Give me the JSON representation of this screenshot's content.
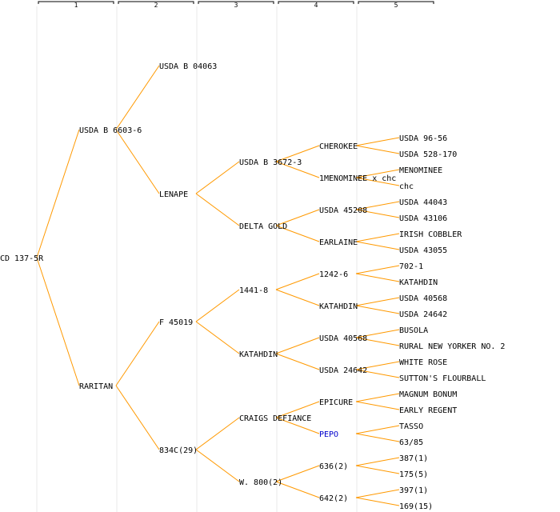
{
  "generations": [
    "1",
    "2",
    "3",
    "4",
    "5"
  ],
  "colors": {
    "edge": "#ff9900",
    "column_guide": "#e8e8e8",
    "text": "#000000",
    "highlight": "#0000cc"
  },
  "nodes": [
    {
      "id": "n0",
      "label": "CD 137-5R",
      "gen": 0,
      "row": 15.5
    },
    {
      "id": "n1",
      "label": "USDA B 6603-6",
      "gen": 1,
      "row": 7.5,
      "parent": "n0"
    },
    {
      "id": "n2",
      "label": "RARITAN",
      "gen": 1,
      "row": 23.5,
      "parent": "n0"
    },
    {
      "id": "n3",
      "label": "USDA B 04063",
      "gen": 2,
      "row": 3.5,
      "parent": "n1"
    },
    {
      "id": "n4",
      "label": "LENAPE",
      "gen": 2,
      "row": 11.5,
      "parent": "n1"
    },
    {
      "id": "n5",
      "label": "F 45019",
      "gen": 2,
      "row": 19.5,
      "parent": "n2"
    },
    {
      "id": "n6",
      "label": "834C(29)",
      "gen": 2,
      "row": 27.5,
      "parent": "n2"
    },
    {
      "id": "n7",
      "label": "USDA B 3672-3",
      "gen": 3,
      "row": 9.5,
      "parent": "n4"
    },
    {
      "id": "n8",
      "label": "DELTA GOLD",
      "gen": 3,
      "row": 13.5,
      "parent": "n4"
    },
    {
      "id": "n9",
      "label": "1441-8",
      "gen": 3,
      "row": 17.5,
      "parent": "n5"
    },
    {
      "id": "n10",
      "label": "KATAHDIN",
      "gen": 3,
      "row": 21.5,
      "parent": "n5"
    },
    {
      "id": "n11",
      "label": "CRAIGS DEFIANCE",
      "gen": 3,
      "row": 25.5,
      "parent": "n6"
    },
    {
      "id": "n12",
      "label": "W. 800(2)",
      "gen": 3,
      "row": 29.5,
      "parent": "n6"
    },
    {
      "id": "n13",
      "label": "CHEROKEE",
      "gen": 4,
      "row": 8.5,
      "parent": "n7"
    },
    {
      "id": "n14",
      "label": "1MENOMINEE x chc",
      "gen": 4,
      "row": 10.5,
      "parent": "n7"
    },
    {
      "id": "n15",
      "label": "USDA 45208",
      "gen": 4,
      "row": 12.5,
      "parent": "n8"
    },
    {
      "id": "n16",
      "label": "EARLAINE",
      "gen": 4,
      "row": 14.5,
      "parent": "n8"
    },
    {
      "id": "n17",
      "label": "1242-6",
      "gen": 4,
      "row": 16.5,
      "parent": "n9"
    },
    {
      "id": "n18",
      "label": "KATAHDIN",
      "gen": 4,
      "row": 18.5,
      "parent": "n9"
    },
    {
      "id": "n19",
      "label": "USDA 40568",
      "gen": 4,
      "row": 20.5,
      "parent": "n10"
    },
    {
      "id": "n20",
      "label": "USDA 24642",
      "gen": 4,
      "row": 22.5,
      "parent": "n10"
    },
    {
      "id": "n21",
      "label": "EPICURE",
      "gen": 4,
      "row": 24.5,
      "parent": "n11"
    },
    {
      "id": "n22",
      "label": "PEPO",
      "gen": 4,
      "row": 26.5,
      "parent": "n11",
      "highlight": true
    },
    {
      "id": "n23",
      "label": "636(2)",
      "gen": 4,
      "row": 28.5,
      "parent": "n12"
    },
    {
      "id": "n24",
      "label": "642(2)",
      "gen": 4,
      "row": 30.5,
      "parent": "n12"
    },
    {
      "id": "n25",
      "label": "USDA 96-56",
      "gen": 5,
      "row": 8,
      "parent": "n13"
    },
    {
      "id": "n26",
      "label": "USDA 528-170",
      "gen": 5,
      "row": 9,
      "parent": "n13"
    },
    {
      "id": "n27",
      "label": "MENOMINEE",
      "gen": 5,
      "row": 10,
      "parent": "n14"
    },
    {
      "id": "n28",
      "label": "chc",
      "gen": 5,
      "row": 11,
      "parent": "n14"
    },
    {
      "id": "n29",
      "label": "USDA 44043",
      "gen": 5,
      "row": 12,
      "parent": "n15"
    },
    {
      "id": "n30",
      "label": "USDA 43106",
      "gen": 5,
      "row": 13,
      "parent": "n15"
    },
    {
      "id": "n31",
      "label": "IRISH COBBLER",
      "gen": 5,
      "row": 14,
      "parent": "n16"
    },
    {
      "id": "n32",
      "label": "USDA 43055",
      "gen": 5,
      "row": 15,
      "parent": "n16"
    },
    {
      "id": "n33",
      "label": "702-1",
      "gen": 5,
      "row": 16,
      "parent": "n17"
    },
    {
      "id": "n34",
      "label": "KATAHDIN",
      "gen": 5,
      "row": 17,
      "parent": "n17"
    },
    {
      "id": "n35",
      "label": "USDA 40568",
      "gen": 5,
      "row": 18,
      "parent": "n18"
    },
    {
      "id": "n36",
      "label": "USDA 24642",
      "gen": 5,
      "row": 19,
      "parent": "n18"
    },
    {
      "id": "n37",
      "label": "BUSOLA",
      "gen": 5,
      "row": 20,
      "parent": "n19"
    },
    {
      "id": "n38",
      "label": "RURAL NEW YORKER NO. 2",
      "gen": 5,
      "row": 21,
      "parent": "n19"
    },
    {
      "id": "n39",
      "label": "WHITE ROSE",
      "gen": 5,
      "row": 22,
      "parent": "n20"
    },
    {
      "id": "n40",
      "label": "SUTTON'S FLOURBALL",
      "gen": 5,
      "row": 23,
      "parent": "n20"
    },
    {
      "id": "n41",
      "label": "MAGNUM BONUM",
      "gen": 5,
      "row": 24,
      "parent": "n21"
    },
    {
      "id": "n42",
      "label": "EARLY REGENT",
      "gen": 5,
      "row": 25,
      "parent": "n21"
    },
    {
      "id": "n43",
      "label": "TASSO",
      "gen": 5,
      "row": 26,
      "parent": "n22"
    },
    {
      "id": "n44",
      "label": "63/85",
      "gen": 5,
      "row": 27,
      "parent": "n22"
    },
    {
      "id": "n45",
      "label": "387(1)",
      "gen": 5,
      "row": 28,
      "parent": "n23"
    },
    {
      "id": "n46",
      "label": "175(5)",
      "gen": 5,
      "row": 29,
      "parent": "n23"
    },
    {
      "id": "n47",
      "label": "397(1)",
      "gen": 5,
      "row": 30,
      "parent": "n24"
    },
    {
      "id": "n48",
      "label": "169(15)",
      "gen": 5,
      "row": 31,
      "parent": "n24"
    }
  ]
}
